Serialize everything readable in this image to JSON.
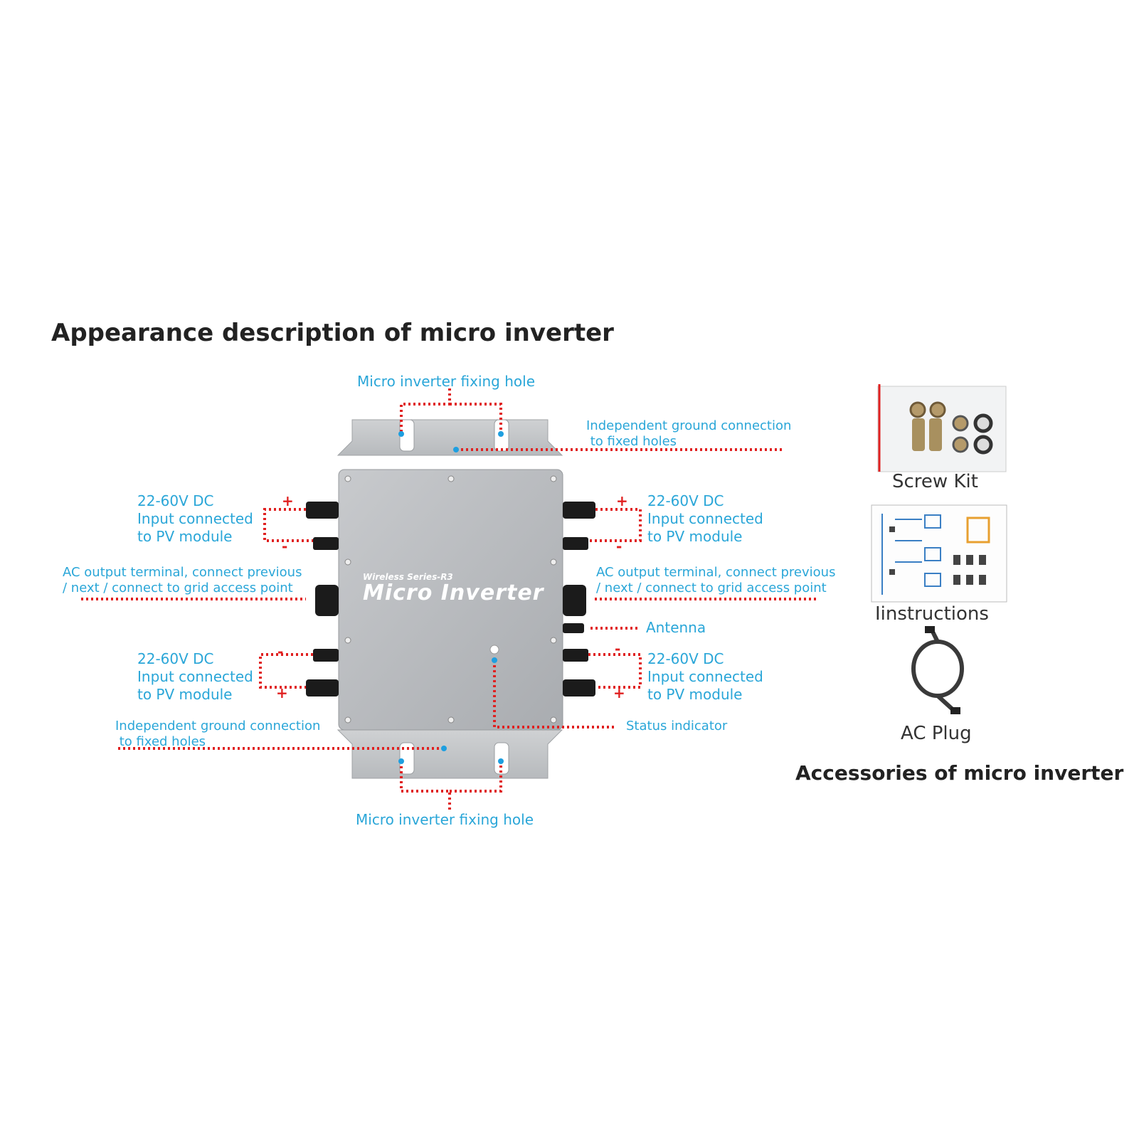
{
  "title": "Appearance description of micro inverter",
  "device": {
    "series": "Wireless Series-R3",
    "name": "Micro Inverter"
  },
  "callouts": {
    "fixing_hole_top": "Micro inverter fixing hole",
    "fixing_hole_bottom": "Micro inverter fixing hole",
    "ground_top": [
      "Independent ground connection",
      " to fixed holes"
    ],
    "ground_bottom": [
      "Independent ground connection",
      " to fixed holes"
    ],
    "dc_left_top": [
      "22-60V DC",
      "Input connected",
      "to PV module"
    ],
    "dc_left_bottom": [
      "22-60V DC",
      "Input connected",
      "to PV module"
    ],
    "dc_right_top": [
      "22-60V DC",
      "Input connected",
      "to PV module"
    ],
    "dc_right_bottom": [
      "22-60V DC",
      "Input connected",
      "to PV module"
    ],
    "ac_left": [
      "AC output terminal, connect previous",
      "/ next / connect to grid access point"
    ],
    "ac_right": [
      "AC output terminal, connect previous",
      "/ next / connect to grid access point"
    ],
    "antenna": "Antenna",
    "status": "Status indicator",
    "plus": "+",
    "minus": "-"
  },
  "accessories": {
    "heading": "Accessories of micro inverter",
    "items": [
      {
        "label": "Screw Kit",
        "icon": "screw-kit-image"
      },
      {
        "label": "Iinstructions",
        "icon": "instructions-sheet-image"
      },
      {
        "label": "AC Plug",
        "icon": "ac-plug-cable-image"
      }
    ]
  },
  "colors": {
    "callout_text": "#2aa6d8",
    "dotted_line": "#e02020",
    "anchor_dot": "#1e9fe0",
    "housing": "#b9bcbf"
  }
}
